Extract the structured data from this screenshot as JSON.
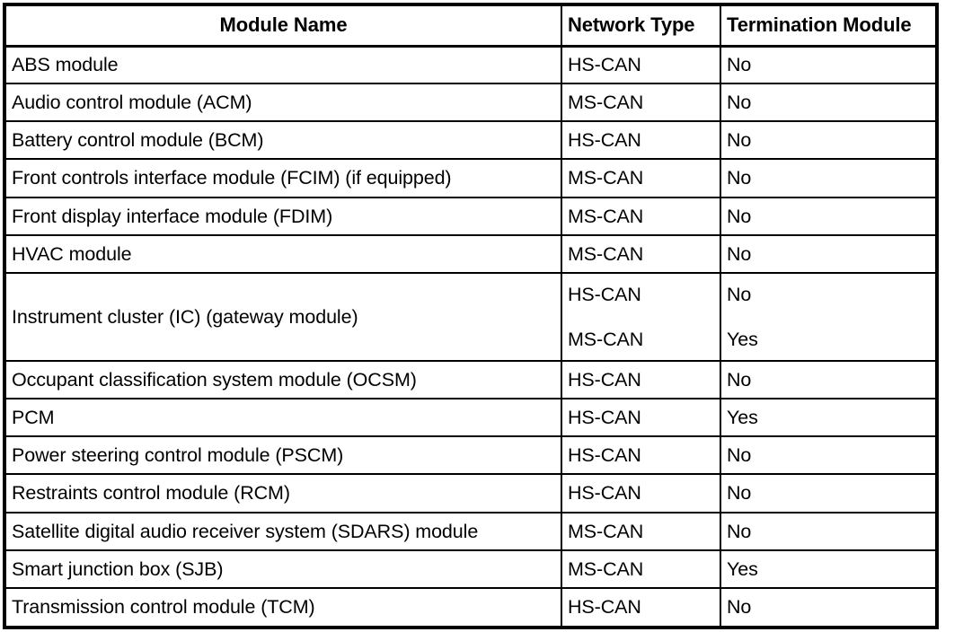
{
  "table": {
    "columns": [
      {
        "key": "module_name",
        "label": "Module Name",
        "align": "center"
      },
      {
        "key": "network_type",
        "label": "Network Type",
        "align": "left"
      },
      {
        "key": "termination_module",
        "label": "Termination Module",
        "align": "left"
      }
    ],
    "rows": [
      {
        "module_name": "ABS module",
        "network_type": "HS-CAN",
        "termination_module": "No"
      },
      {
        "module_name": "Audio control module (ACM)",
        "network_type": "MS-CAN",
        "termination_module": "No"
      },
      {
        "module_name": "Battery control module (BCM)",
        "network_type": "HS-CAN",
        "termination_module": "No"
      },
      {
        "module_name": "Front controls interface module (FCIM) (if equipped)",
        "network_type": "MS-CAN",
        "termination_module": "No"
      },
      {
        "module_name": "Front display interface module (FDIM)",
        "network_type": "MS-CAN",
        "termination_module": "No"
      },
      {
        "module_name": "HVAC module",
        "network_type": "MS-CAN",
        "termination_module": "No"
      },
      {
        "module_name": "Instrument cluster (IC) (gateway module)",
        "network_type": "HS-CAN",
        "network_type_2": "MS-CAN",
        "termination_module": "No",
        "termination_module_2": "Yes"
      },
      {
        "module_name": "Occupant classification system module (OCSM)",
        "network_type": "HS-CAN",
        "termination_module": "No"
      },
      {
        "module_name": "PCM",
        "network_type": "HS-CAN",
        "termination_module": "Yes"
      },
      {
        "module_name": "Power steering control module (PSCM)",
        "network_type": "HS-CAN",
        "termination_module": "No"
      },
      {
        "module_name": "Restraints control module (RCM)",
        "network_type": "HS-CAN",
        "termination_module": "No"
      },
      {
        "module_name": "Satellite digital audio receiver system (SDARS) module",
        "network_type": "MS-CAN",
        "termination_module": "No"
      },
      {
        "module_name": "Smart junction box (SJB)",
        "network_type": "MS-CAN",
        "termination_module": "Yes"
      },
      {
        "module_name": "Transmission control module (TCM)",
        "network_type": "HS-CAN",
        "termination_module": "No"
      }
    ]
  },
  "colors": {
    "border": "#000000",
    "text": "#000000",
    "background": "#ffffff"
  }
}
